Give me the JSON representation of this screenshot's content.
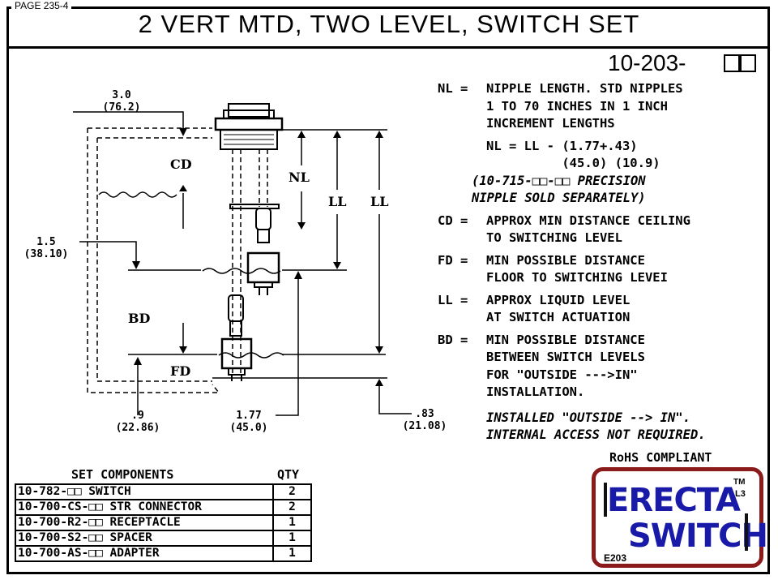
{
  "page_label": "PAGE 235-4",
  "title": "2 VERT MTD, TWO LEVEL, SWITCH SET",
  "part_number": "10-203-",
  "dimensions": {
    "top_width": "3.0",
    "top_width_mm": "(76.2)",
    "left_offset": "1.5",
    "left_offset_mm": "(38.10)",
    "bottom_left": ".9",
    "bottom_left_mm": "(22.86)",
    "bottom_mid": "1.77",
    "bottom_mid_mm": "(45.0)",
    "bottom_right": ".83",
    "bottom_right_mm": "(21.08)"
  },
  "labels": {
    "cd": "CD",
    "bd": "BD",
    "fd": "FD",
    "nl": "NL",
    "ll1": "LL",
    "ll2": "LL"
  },
  "notes": {
    "nl_key": "NL =",
    "nl_text": "NIPPLE LENGTH. STD NIPPLES\n1 TO 70 INCHES IN 1 INCH\nINCREMENT LENGTHS",
    "formula_1": "NL = LL - (1.77+.43)",
    "formula_2": "          (45.0) (10.9)",
    "precision_1": "(10-715-□□-□□ PRECISION",
    "precision_2": "NIPPLE SOLD SEPARATELY)",
    "cd_key": "CD =",
    "cd_text": "APPROX MIN DISTANCE CEILING\nTO SWITCHING LEVEL",
    "fd_key": "FD =",
    "fd_text": "MIN POSSIBLE DISTANCE\nFLOOR TO SWITCHING LEVEI",
    "ll_key": "LL =",
    "ll_text": "APPROX LIQUID LEVEL\nAT SWITCH ACTUATION",
    "bd_key": "BD =",
    "bd_text": "MIN POSSIBLE DISTANCE\nBETWEEN SWITCH LEVELS\nFOR \"OUTSIDE --->IN\"\nINSTALLATION.",
    "installed_1": "INSTALLED \"OUTSIDE --> IN\".",
    "installed_2": "INTERNAL ACCESS NOT REQUIRED."
  },
  "rohs": "RoHS COMPLIANT",
  "table": {
    "title": "SET COMPONENTS",
    "qty_title": "QTY",
    "rows": [
      {
        "part": "10-782-□□ SWITCH",
        "qty": "2"
      },
      {
        "part": "10-700-CS-□□ STR CONNECTOR",
        "qty": "2"
      },
      {
        "part": "10-700-R2-□□ RECEPTACLE",
        "qty": "1"
      },
      {
        "part": "10-700-S2-□□ SPACER",
        "qty": "1"
      },
      {
        "part": "10-700-AS-□□ ADAPTER",
        "qty": "1"
      }
    ]
  },
  "logo": {
    "top": "ERECTA",
    "bottom": "SWITCH",
    "tm": "TM",
    "level": "L3",
    "code": "E203"
  },
  "colors": {
    "logo_text": "#1a1aa8",
    "logo_border": "#8b1a1a"
  }
}
